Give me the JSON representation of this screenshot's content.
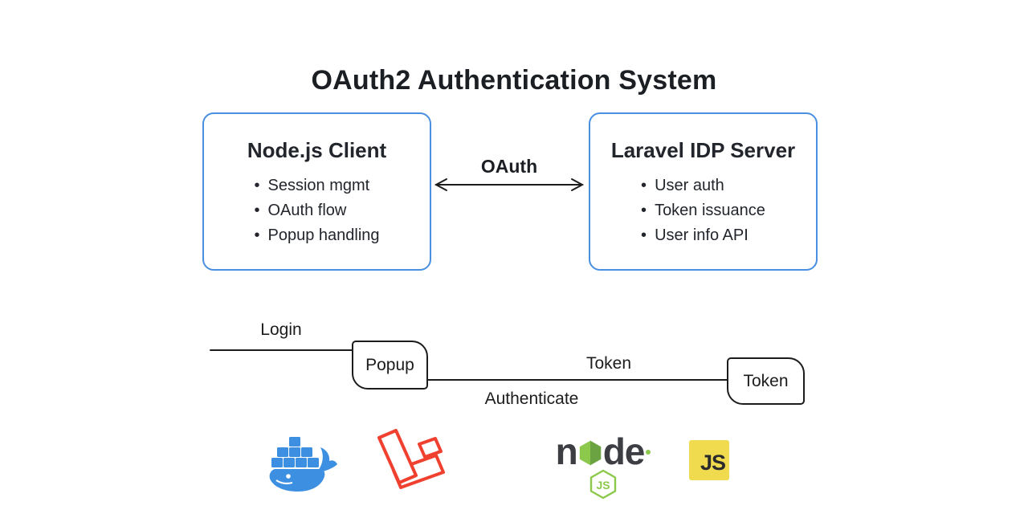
{
  "title": "OAuth2 Authentication System",
  "client_box": {
    "title": "Node.js Client",
    "items": [
      "Session mgmt",
      "OAuth flow",
      "Popup handling"
    ]
  },
  "server_box": {
    "title": "Laravel IDP Server",
    "items": [
      "User auth",
      "Token issuance",
      "User info API"
    ]
  },
  "connection": {
    "label": "OAuth"
  },
  "flow": {
    "login_label": "Login",
    "popup_node": "Popup",
    "token_edge_label": "Token",
    "authenticate_label": "Authenticate",
    "token_node": "Token"
  },
  "node_logo": {
    "part1": "n",
    "part2": "de",
    "badge": "JS"
  },
  "js_logo": {
    "text": "JS"
  },
  "colors": {
    "panel_border": "#4a90e2",
    "line": "#1c1c1c",
    "docker_blue": "#3d8fe2",
    "laravel_red": "#f0402f",
    "node_green": "#8cc84b",
    "js_yellow": "#f0db4f",
    "text_dark": "#1d2026"
  }
}
